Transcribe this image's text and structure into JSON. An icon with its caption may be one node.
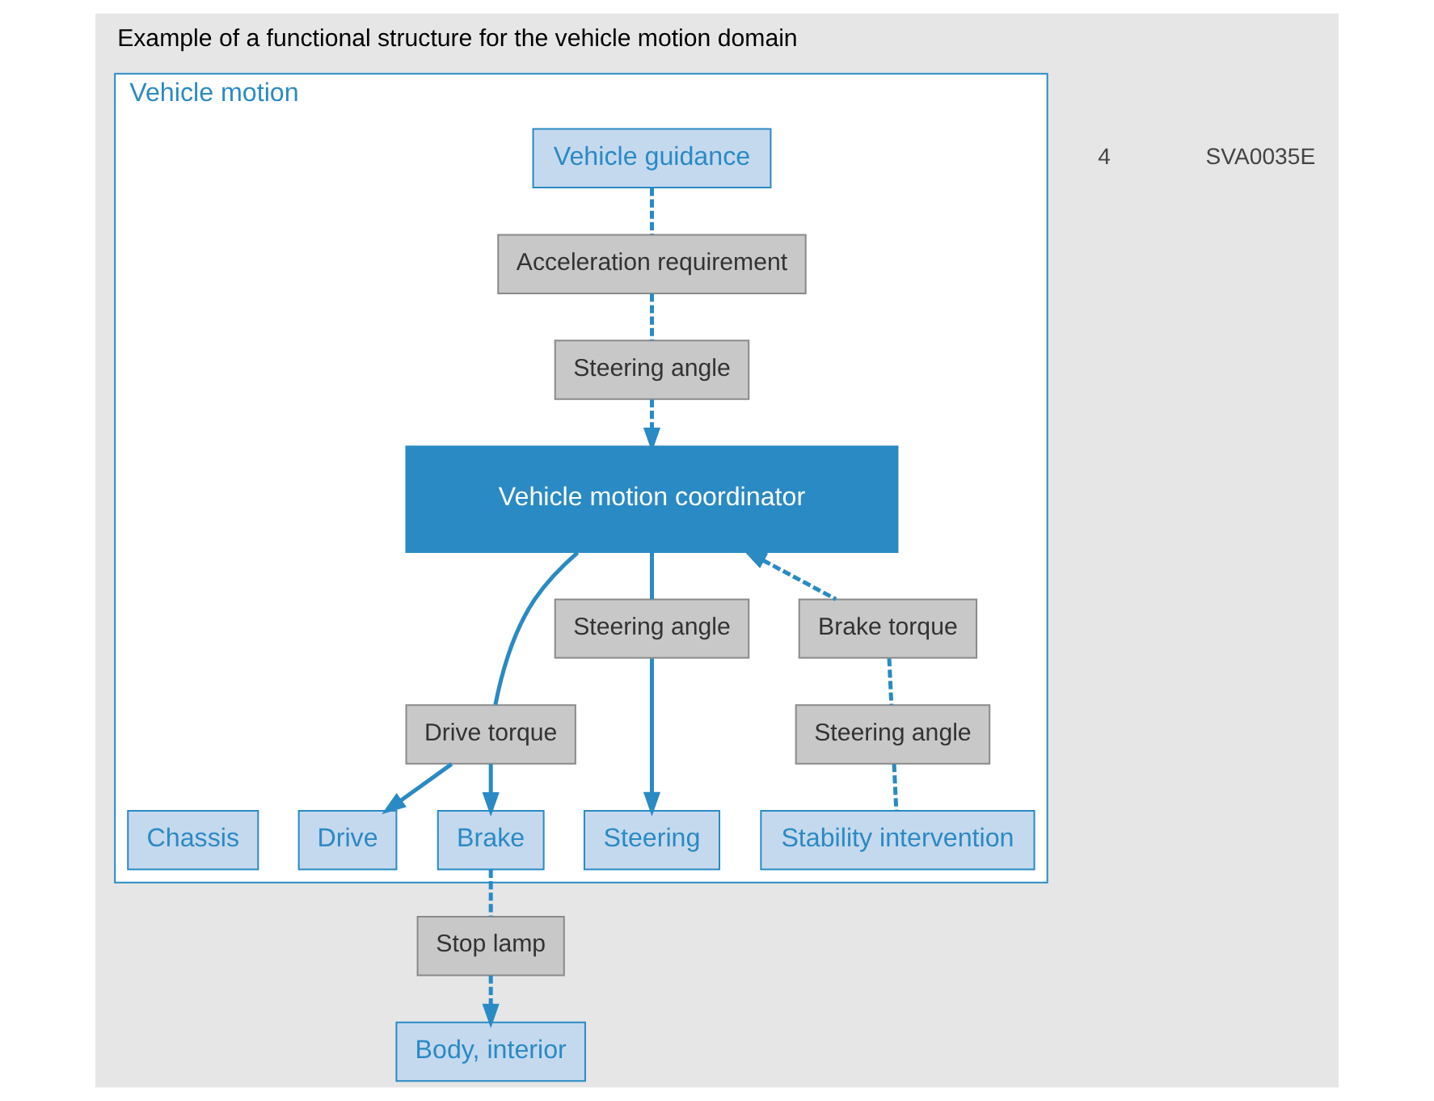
{
  "diagram": {
    "title": "Example of a functional structure for the vehicle motion domain",
    "nodes": [
      {
        "text": [
          "Vehicle motion"
        ]
      },
      {
        "text": [
          "Vehicle guidance"
        ],
        "in": 0
      },
      {
        "text": [
          "Acceleration requirement"
        ],
        "in": 0
      },
      {
        "text": [
          "Steering angle"
        ],
        "in": 0
      },
      {
        "text": [
          "Vehicle motion coordinator"
        ],
        "in": 0
      },
      {
        "text": [
          "Drive torque"
        ],
        "in": 0
      },
      {
        "text": [
          "Steering angle"
        ],
        "in": 0
      },
      {
        "text": [
          "Brake torque"
        ],
        "in": 0
      },
      {
        "text": [
          "Steering angle"
        ],
        "in": 0
      },
      {
        "text": [
          "Drive"
        ],
        "in": 0
      },
      {
        "text": [
          "Brake"
        ],
        "in": 0
      },
      {
        "text": [
          "Steering"
        ],
        "in": 0
      },
      {
        "text": [
          "Chassis"
        ],
        "in": 0
      },
      {
        "text": [
          "Stability intervention"
        ],
        "in": 0
      },
      {
        "text": [
          "Stop lamp"
        ]
      },
      {
        "text": [
          "Body, interior"
        ]
      }
    ],
    "edges": [
      {
        "from": 1,
        "to": 2,
        "arrow": "none",
        "style": "dashed"
      },
      {
        "from": 2,
        "to": 3,
        "arrow": "none",
        "style": "dashed"
      },
      {
        "from": 3,
        "to": 4,
        "arrow": "to",
        "style": "dashed"
      },
      {
        "from": 4,
        "to": 5,
        "arrow": "none"
      },
      {
        "from": 5,
        "to": 9,
        "arrow": "to"
      },
      {
        "from": 5,
        "to": 10,
        "arrow": "to"
      },
      {
        "from": 4,
        "to": 6,
        "arrow": "none"
      },
      {
        "from": 6,
        "to": 11,
        "arrow": "to"
      },
      {
        "from": 13,
        "to": 8,
        "arrow": "none",
        "style": "dashed"
      },
      {
        "from": 8,
        "to": 7,
        "arrow": "none",
        "style": "dashed"
      },
      {
        "from": 7,
        "to": 4,
        "arrow": "to",
        "style": "dashed"
      },
      {
        "from": 10,
        "to": 14,
        "arrow": "none",
        "style": "dashed"
      },
      {
        "from": 14,
        "to": 15,
        "arrow": "to",
        "style": "dashed"
      }
    ],
    "labels": [
      "4",
      "SVA0035E"
    ]
  }
}
